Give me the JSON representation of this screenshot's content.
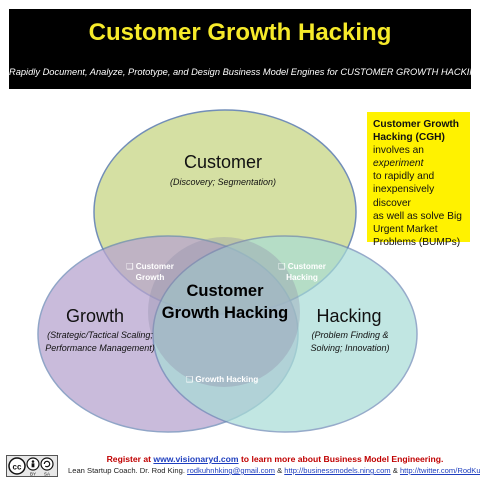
{
  "header": {
    "title": "Customer Growth Hacking",
    "subtitle": "Rapidly Document, Analyze, Prototype, and Design Business Model Engines for CUSTOMER GROWTH HACKING"
  },
  "callout": {
    "line1": "Customer Growth",
    "line2": "Hacking (CGH)",
    "line3a": "involves an ",
    "line3b": "experiment",
    "line4": "to rapidly and",
    "line5": "inexpensively discover",
    "line6": "as well as solve Big",
    "line7": "Urgent Market",
    "line8": "Problems (BUMPs)"
  },
  "venn": {
    "customer": {
      "label": "Customer",
      "sub": "(Discovery; Segmentation)"
    },
    "growth": {
      "label": "Growth",
      "sub1": "(Strategic/Tactical Scaling;",
      "sub2": "Performance Management)"
    },
    "hacking": {
      "label": "Hacking",
      "sub1": "(Problem Finding &",
      "sub2": "Solving; Innovation)"
    },
    "center": {
      "line1": "Customer",
      "line2": "Growth Hacking"
    },
    "overlap_cg": {
      "line1": "Customer",
      "line2": "Growth"
    },
    "overlap_ch": {
      "line1": "Customer",
      "line2": "Hacking"
    },
    "overlap_gh": {
      "line1": "Growth Hacking"
    },
    "checkbox_glyph": "❑",
    "colors": {
      "customer": "#d3df9f",
      "growth": "#b8a5cf",
      "hacking": "#a8dcd6",
      "edge": "#6b88b5"
    }
  },
  "footer": {
    "line1a": "Register at ",
    "line1_link": "www.visionaryd.com",
    "line1b": " to learn more about Business Model Engineering.",
    "line2a": "Lean Startup Coach. Dr. Rod King. ",
    "line2_link1": "rodkuhnhking@gmail.com",
    "line2_sep1": " & ",
    "line2_link2": "http://businessmodels.ning.com",
    "line2_sep2": " & ",
    "line2_link3": "http://twitter.com/RodKuhnKing",
    "license": {
      "cc": "cc",
      "by": "BY",
      "sa": "SA"
    }
  }
}
